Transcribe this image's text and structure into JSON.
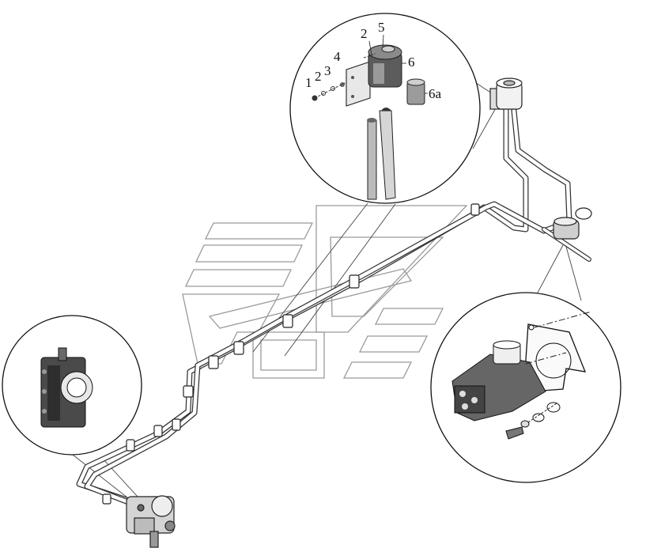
{
  "callouts": [
    "1",
    "2",
    "3",
    "4",
    "2",
    "5",
    "6",
    "6a"
  ]
}
